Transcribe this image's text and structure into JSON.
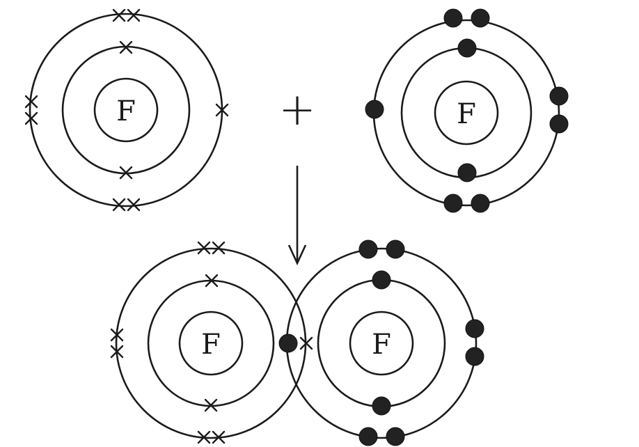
{
  "reactant_left": {
    "symbol": "F",
    "electron_marker": "cross"
  },
  "operator": "+",
  "reactant_right": {
    "symbol": "F",
    "electron_marker": "dot"
  },
  "product": {
    "atom_left_symbol": "F",
    "atom_right_symbol": "F",
    "shared_pair": [
      "dot",
      "cross"
    ]
  },
  "colors": {
    "ink": "#1a1a1a",
    "paper": "#ffffff"
  }
}
